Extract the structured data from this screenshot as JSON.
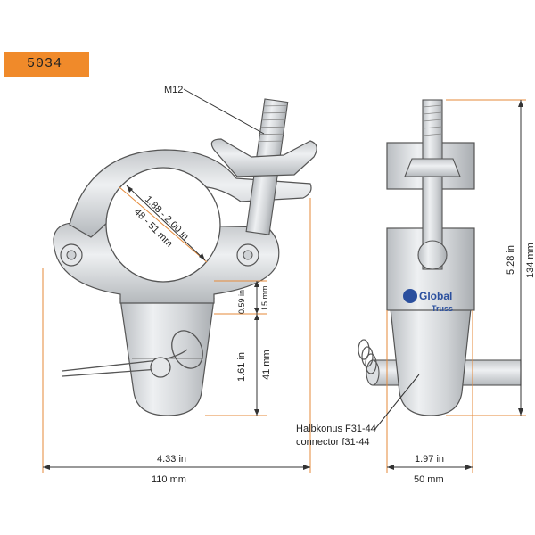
{
  "product_code": "5034",
  "labels": {
    "bolt": "M12",
    "cone_de": "Halbkonus F31-44",
    "cone_en": "connector f31-44",
    "logo_line1": "Global",
    "logo_line2": "Truss"
  },
  "dimensions": {
    "tube_in": "1.88 - 2.00 in",
    "tube_mm": "48 - 51 mm",
    "gap_in": "0.59 in",
    "gap_mm": "15 mm",
    "cone_in": "1.61 in",
    "cone_mm": "41 mm",
    "width_in": "4.33 in",
    "width_mm": "110 mm",
    "depth_in": "1.97 in",
    "depth_mm": "50 mm",
    "height_in": "5.28 in",
    "height_mm": "134 mm"
  },
  "colors": {
    "badge": "#f08a2a",
    "dimension_lines": "#e58a3a",
    "metal": "#d9dcdf"
  }
}
